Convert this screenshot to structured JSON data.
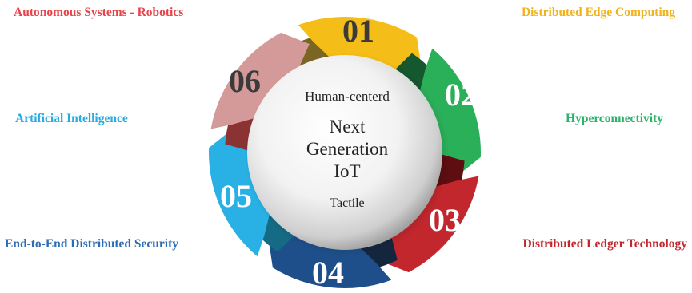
{
  "labels": {
    "top_left": "Autonomous Systems - Robotics",
    "top_right": "Distributed Edge Computing",
    "mid_left": "Artificial Intelligence",
    "mid_right": "Hyperconnectivity",
    "bottom_left": "End-to-End Distributed Security",
    "bottom_right": "Distributed Ledger Technology"
  },
  "center": {
    "top_text": "Human-centerd",
    "title_line1": "Next",
    "title_line2": "Generation",
    "title_line3": "IoT",
    "bottom_text": "Tactile"
  },
  "segments": [
    {
      "number": "01",
      "color": "#f5bd18",
      "dark": "#7a6523"
    },
    {
      "number": "02",
      "color": "#2bb05a",
      "dark": "#15572f"
    },
    {
      "number": "03",
      "color": "#c1272d",
      "dark": "#5e0d10"
    },
    {
      "number": "04",
      "color": "#1e4f8b",
      "dark": "#14263e"
    },
    {
      "number": "05",
      "color": "#29b0e4",
      "dark": "#156a84"
    },
    {
      "number": "06",
      "color": "#d49a9a",
      "dark": "#8b3333"
    }
  ],
  "colors": {
    "top_left": "#e8434a",
    "top_right": "#f0b31a",
    "mid_left": "#29abe2",
    "mid_right": "#2bb36a",
    "bottom_left": "#2d6cb5",
    "bottom_right": "#c1272d",
    "number_text": "#3a3a3a",
    "number_text_light": "#ffffff"
  }
}
